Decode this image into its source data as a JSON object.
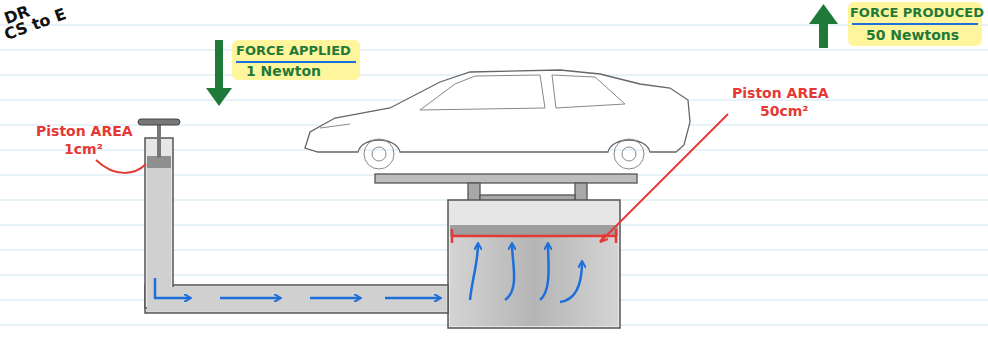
{
  "diagram": {
    "labels": [
      "DR",
      "CS to E",
      "FORCE APPLIED",
      "1 Newton",
      "FORCE PRODUCED",
      "50 Newtons",
      "Piston AREA",
      "1cm²",
      "Piston AREA",
      "50cm²"
    ]
  }
}
